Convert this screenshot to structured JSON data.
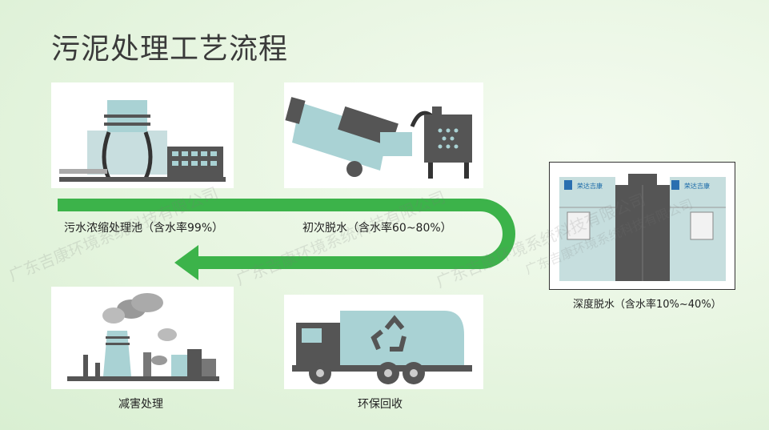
{
  "title": "污泥处理工艺流程",
  "steps": {
    "thickening": "污水浓缩处理池（含水率99%）",
    "primary": "初次脱水（含水率60~80%）",
    "deep": "深度脱水（含水率10%~40%）",
    "reduction": "减害处理",
    "recycling": "环保回收"
  },
  "watermark": "广东吉康环境系统科技有限公司",
  "machine_brand": "荣达吉康",
  "colors": {
    "arrow": "#3cb34a",
    "equipment": "#a9d2d4",
    "dark": "#5a5a5a",
    "title": "#3a3a3a"
  },
  "icons": [
    "thickening-tank-icon",
    "screw-press-icon",
    "deep-dewatering-machine-icon",
    "power-plant-icon",
    "garbage-truck-icon",
    "recycle-icon"
  ]
}
